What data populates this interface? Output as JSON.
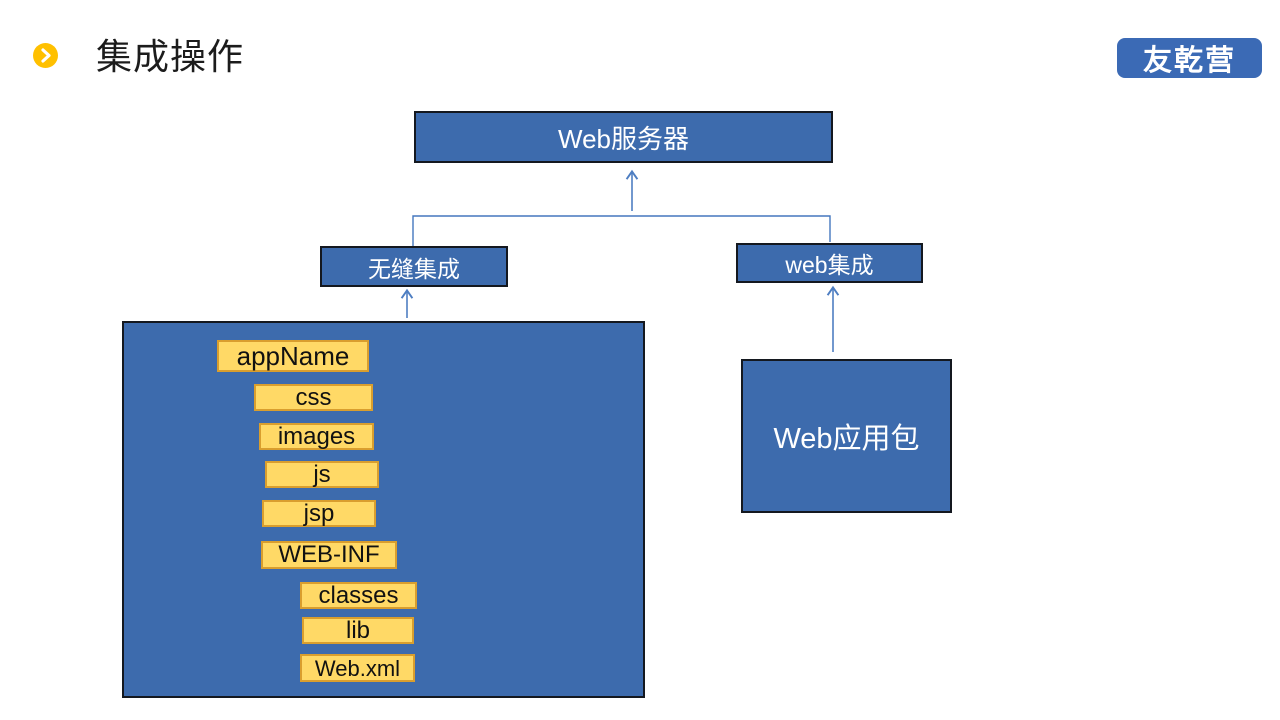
{
  "header": {
    "title": "集成操作",
    "logo_text": "友乾营"
  },
  "nodes": {
    "web_server": "Web服务器",
    "seamless_integration": "无缝集成",
    "web_integration": "web集成",
    "web_app_package": "Web应用包"
  },
  "file_tree": {
    "root": "appName",
    "root_children": [
      "css",
      "images",
      "js",
      "jsp",
      "WEB-INF"
    ],
    "webinf_children": [
      "classes",
      "lib",
      "Web.xml"
    ]
  },
  "colors": {
    "box_blue": "#3D6BAD",
    "box_border_dark": "#14181f",
    "folder_yellow": "#FFD966",
    "folder_border_orange": "#D99E2E",
    "tree_line_yellow": "#FFC000",
    "connector_blue": "#4E7EC2",
    "bullet_yellow": "#FFC000",
    "logo_blue": "#3B6AB5"
  }
}
